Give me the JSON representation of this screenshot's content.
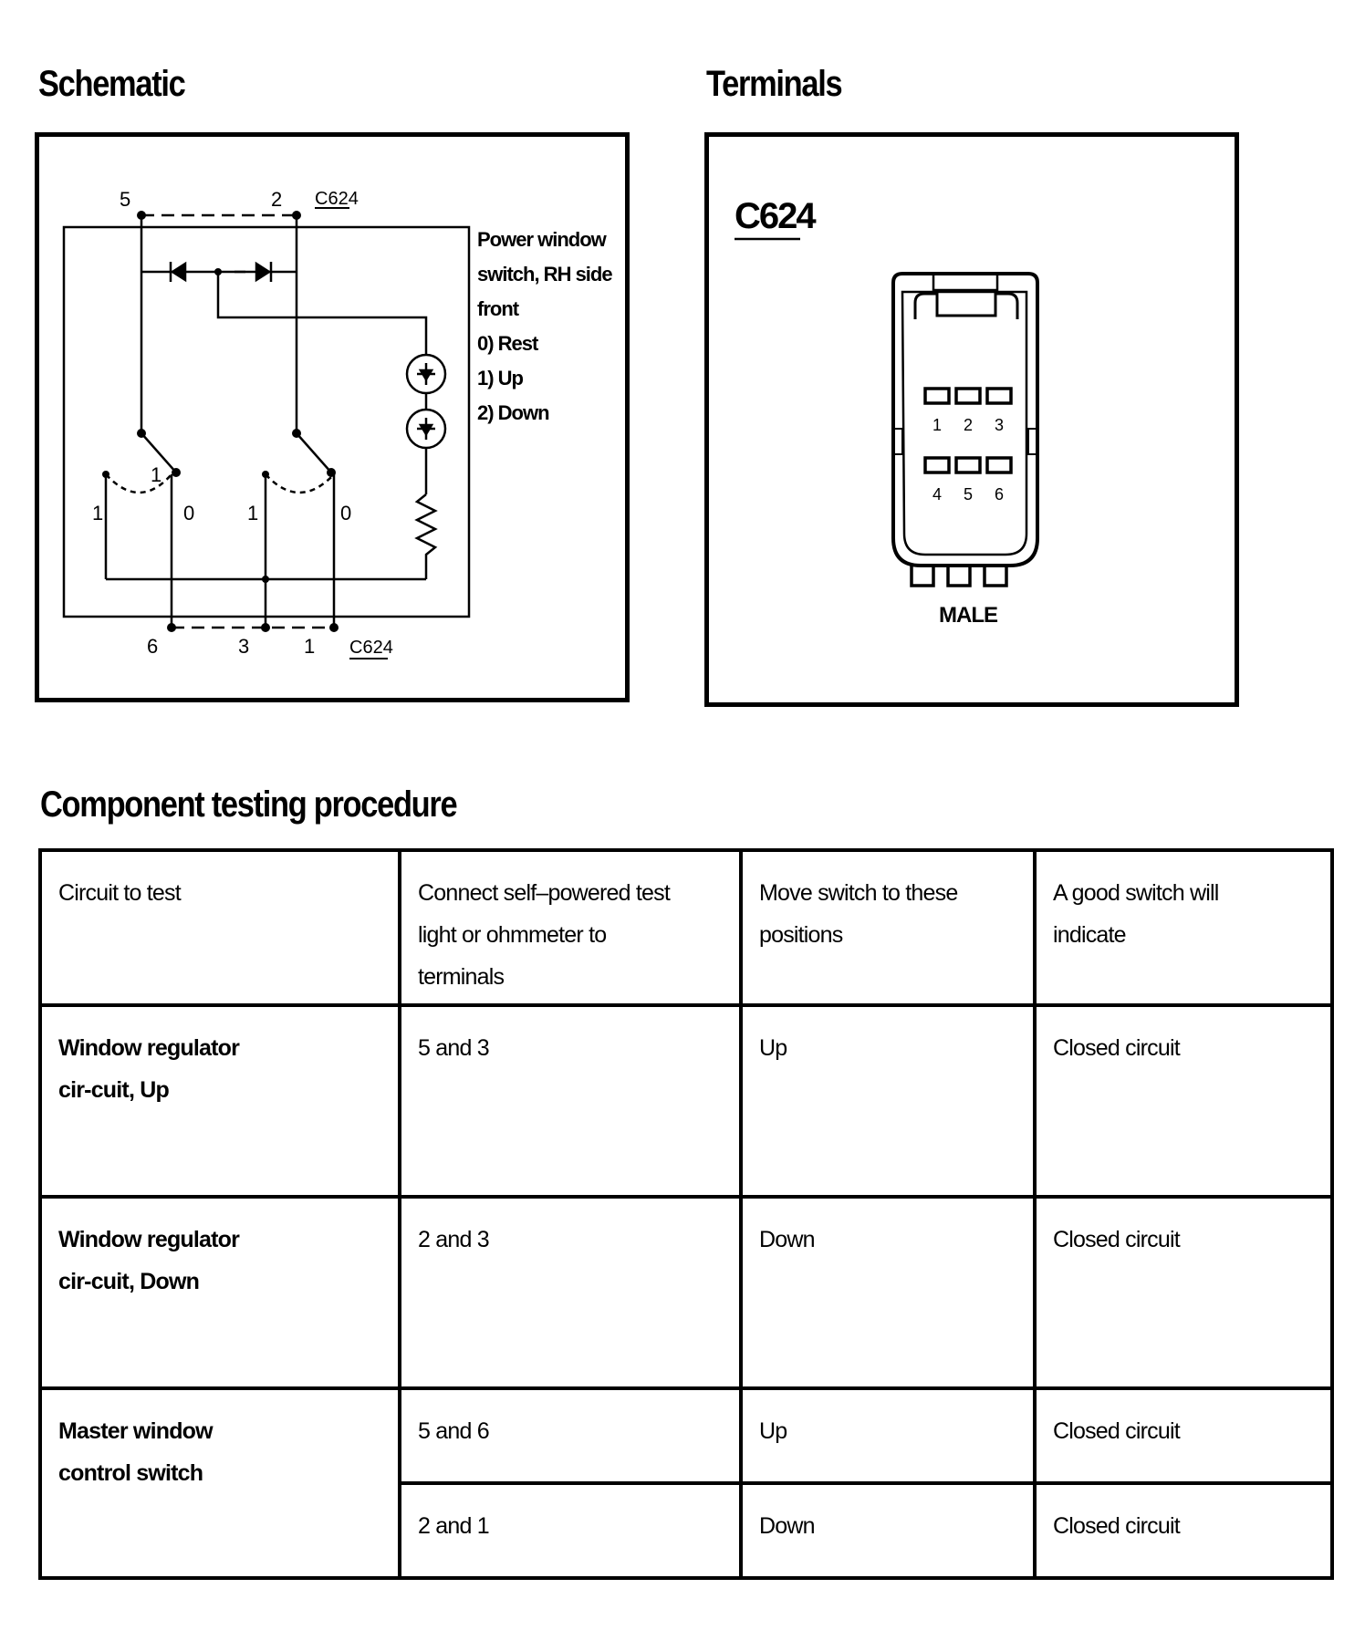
{
  "headings": {
    "schematic": "Schematic",
    "terminals": "Terminals",
    "procedure": "Component testing procedure"
  },
  "schematic": {
    "top_pins": [
      "5",
      "2"
    ],
    "top_connector": "C624",
    "bottom_pins": [
      "6",
      "3",
      "1"
    ],
    "bottom_connector": "C624",
    "position_labels": [
      "1",
      "1",
      "0",
      "1",
      "0"
    ],
    "caption": [
      "Power window",
      "switch, RH side",
      "front",
      "0)   Rest",
      "1)   Up",
      "2)   Down"
    ]
  },
  "terminals": {
    "connector": "C624",
    "pins_top": [
      "1",
      "2",
      "3"
    ],
    "pins_bottom": [
      "4",
      "5",
      "6"
    ],
    "gender": "MALE"
  },
  "table": {
    "headers": [
      "Circuit to test",
      "Connect self–powered test light or ohmmeter to terminals",
      "Move switch to these positions",
      "A good switch will indicate"
    ],
    "rows": [
      {
        "circuit": "Window regulator cir-cuit, Up",
        "terminals": "5 and 3",
        "position": "Up",
        "result": "Closed circuit"
      },
      {
        "circuit": "Window regulator cir-cuit, Down",
        "terminals": "2 and 3",
        "position": "Down",
        "result": "Closed circuit"
      },
      {
        "circuit": "Master window control switch",
        "terminals": "5 and 6",
        "position": "Up",
        "result": "Closed circuit"
      },
      {
        "circuit": "",
        "terminals": "2 and 1",
        "position": "Down",
        "result": "Closed circuit"
      }
    ]
  }
}
